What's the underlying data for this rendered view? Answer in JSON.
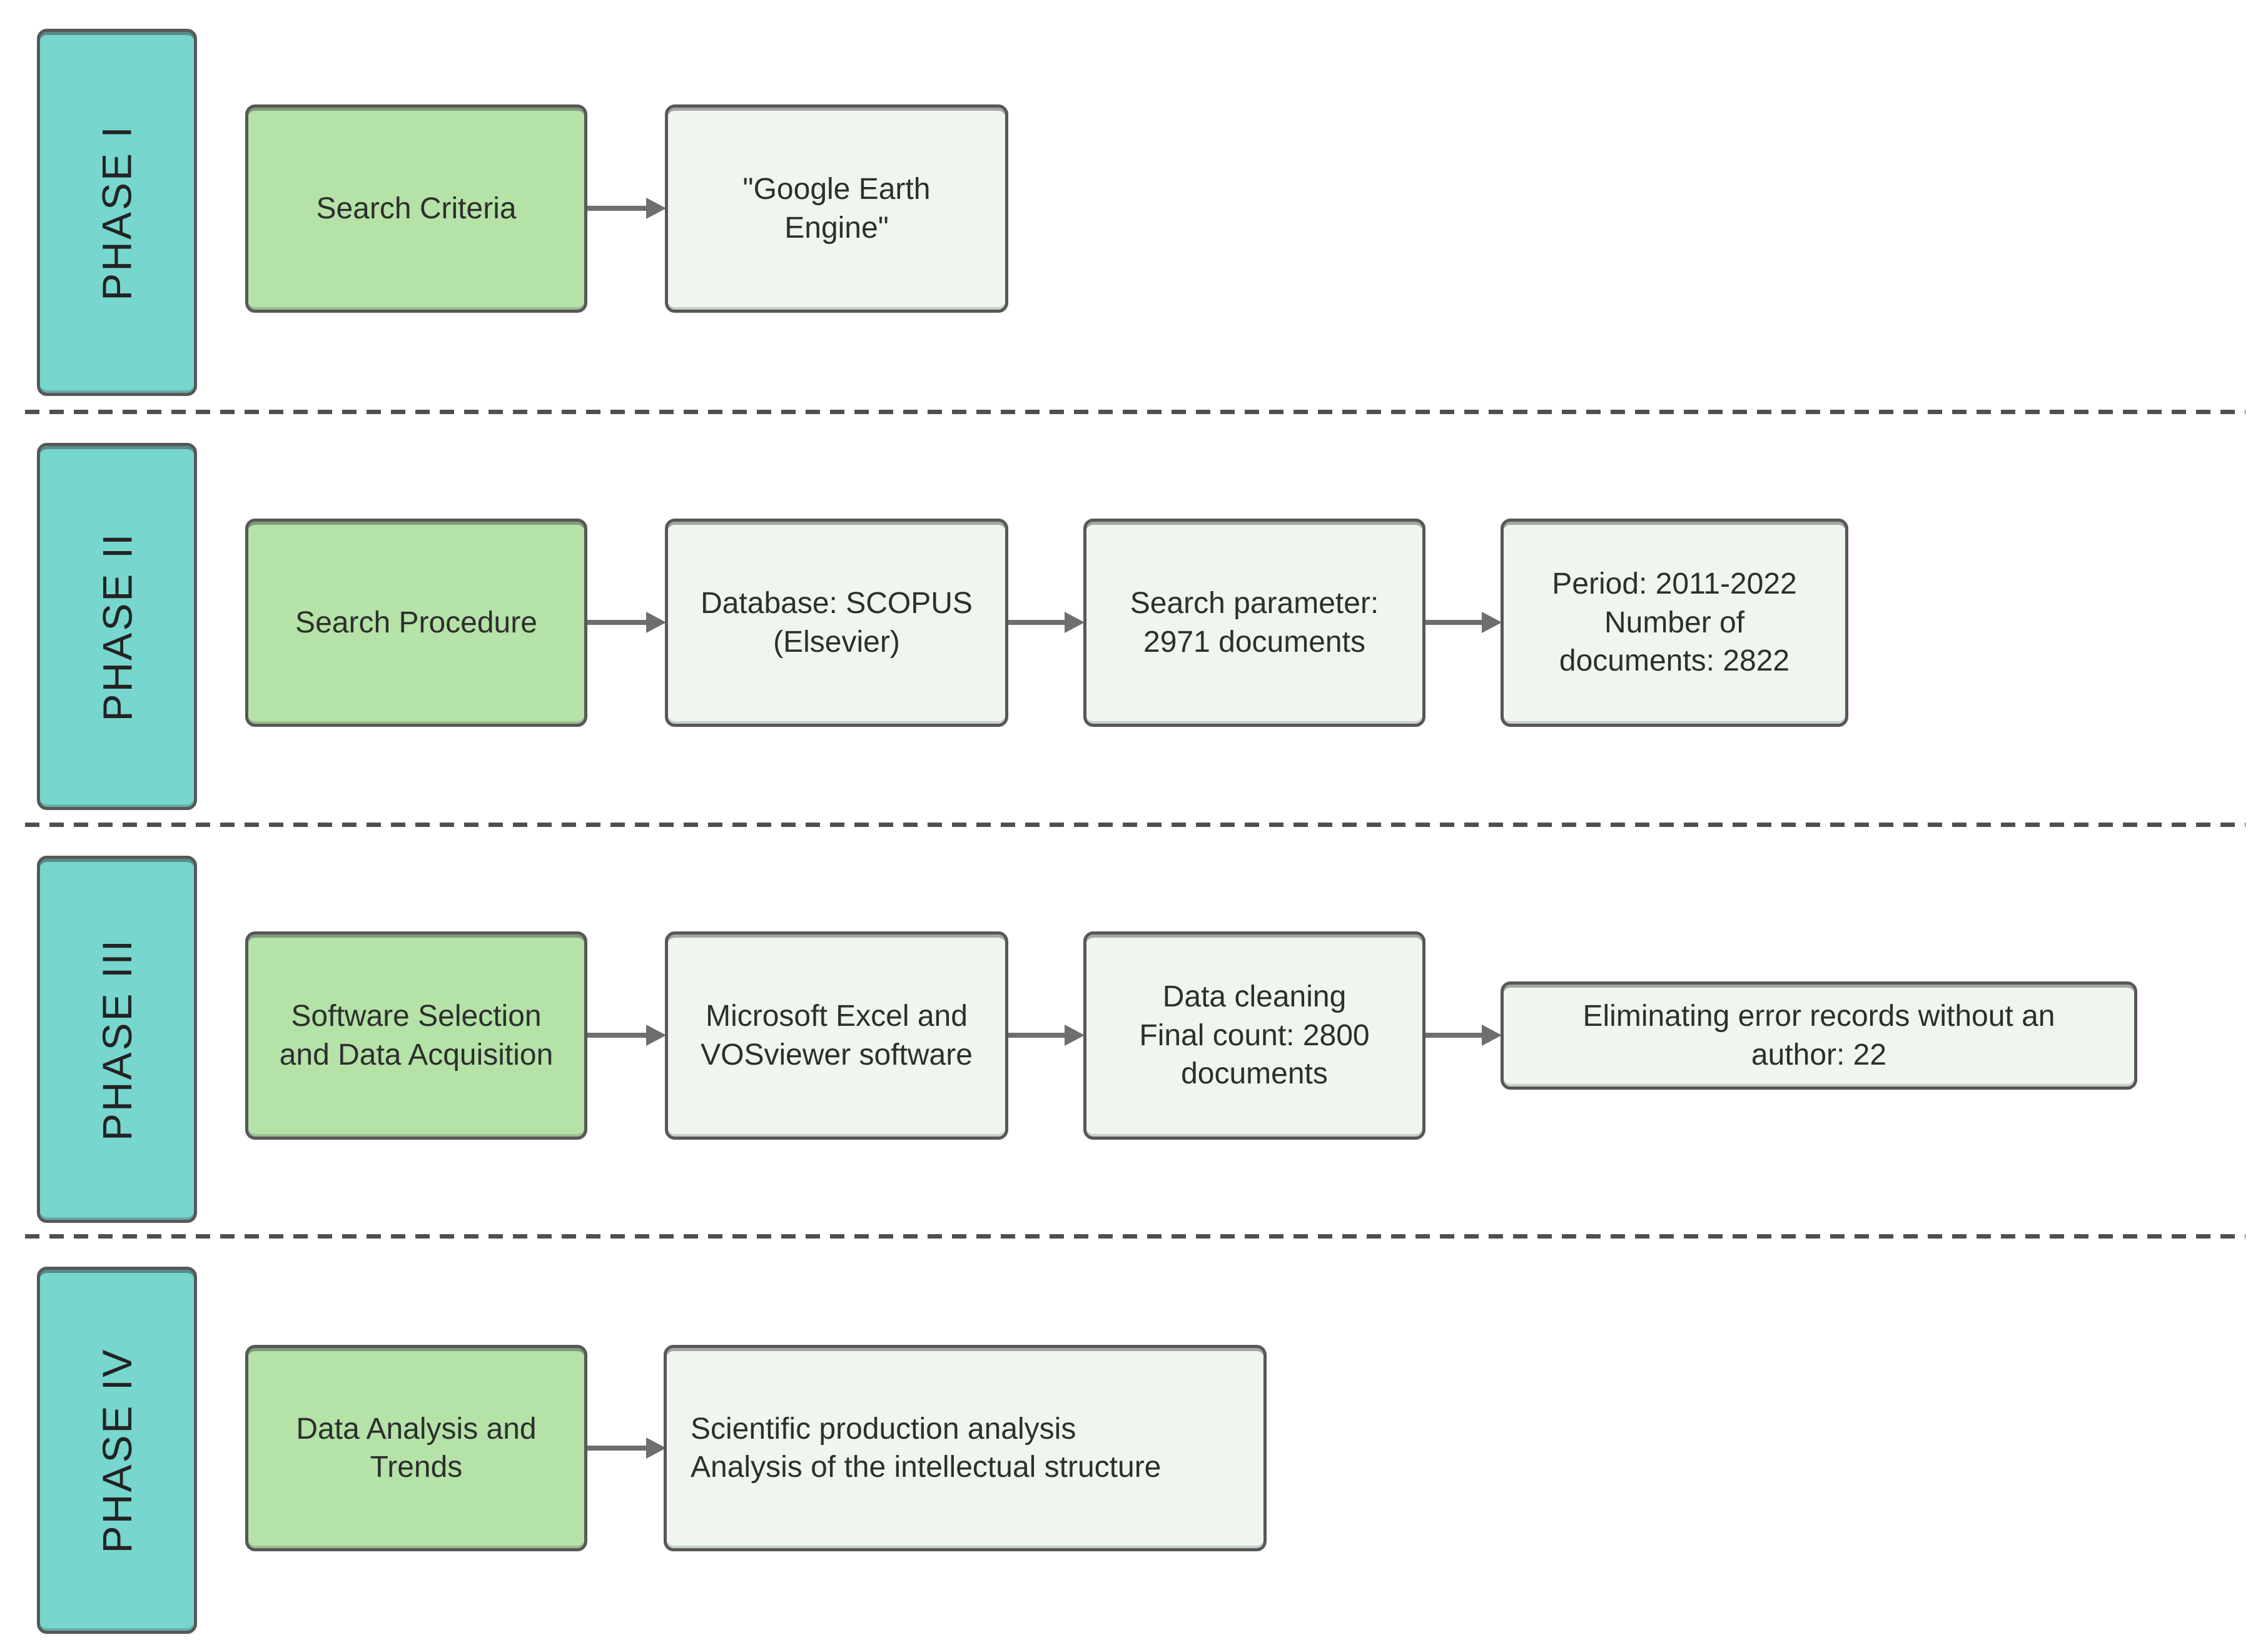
{
  "colors": {
    "phase_bg": "#77d6ce",
    "step_bg": "#b4e2a7",
    "info_bg": "#eef6ee",
    "border": "#575757",
    "arrow": "#6e6e6e",
    "text": "#2e2e2e",
    "divider": "#4f4f4f"
  },
  "phases": [
    {
      "label": "PHASE I",
      "step_label": "Search Criteria",
      "details": [
        "\"Google Earth\nEngine\""
      ]
    },
    {
      "label": "PHASE II",
      "step_label": "Search Procedure",
      "details": [
        "Database: SCOPUS\n(Elsevier)",
        "Search parameter:\n2971 documents",
        "Period: 2011-2022\nNumber of\ndocuments: 2822"
      ]
    },
    {
      "label": "PHASE III",
      "step_label": "Software Selection\nand Data Acquisition",
      "details": [
        "Microsoft Excel and\nVOSviewer software",
        "Data cleaning\nFinal count: 2800\ndocuments",
        "Eliminating error records without an\nauthor: 22"
      ]
    },
    {
      "label": "PHASE IV",
      "step_label": "Data Analysis and\nTrends",
      "details": [
        "Scientific production analysis\nAnalysis of the intellectual structure"
      ]
    }
  ]
}
